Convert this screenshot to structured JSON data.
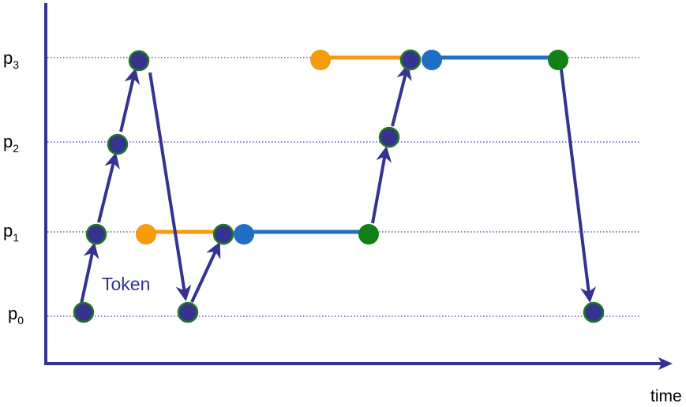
{
  "colors": {
    "axis": "#35338f",
    "token": "#35338f",
    "token_outline": "#1e7a1e",
    "orange": "#f59b0c",
    "blue": "#1f6fc5",
    "green": "#118015",
    "dotted": "#3a3a96"
  },
  "labels": {
    "p3": {
      "base": "p",
      "sub": "3"
    },
    "p2": {
      "base": "p",
      "sub": "2"
    },
    "p1": {
      "base": "p",
      "sub": "1"
    },
    "p0": {
      "base": "p",
      "sub": "0"
    },
    "token": "Token",
    "time": "time"
  },
  "processes": [
    "p3",
    "p2",
    "p1",
    "p0"
  ],
  "token_path": [
    "p0",
    "p1",
    "p2",
    "p3",
    "p0",
    "p1",
    "p2",
    "p3",
    "p0"
  ]
}
